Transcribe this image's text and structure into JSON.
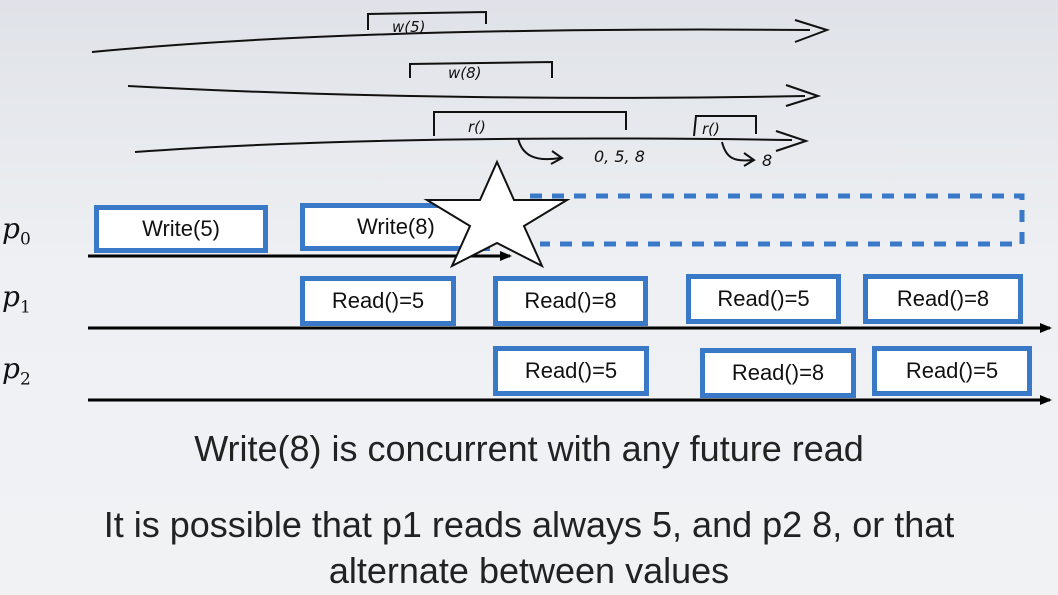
{
  "handwritten": {
    "w5": "w(5)",
    "w8": "w(8)",
    "r1": "r()",
    "r1_result": "0, 5, 8",
    "r2": "r()",
    "r2_result": "8"
  },
  "processes": {
    "p0": {
      "name": "p",
      "index": "0"
    },
    "p1": {
      "name": "p",
      "index": "1"
    },
    "p2": {
      "name": "p",
      "index": "2"
    }
  },
  "ops": {
    "p0_write5": "Write(5)",
    "p0_write8": "Write(8)",
    "p1_read1": "Read()=5",
    "p1_read2": "Read()=8",
    "p1_read3": "Read()=5",
    "p1_read4": "Read()=8",
    "p2_read1": "Read()=5",
    "p2_read2": "Read()=8",
    "p2_read3": "Read()=5"
  },
  "captions": {
    "line1": "Write(8) is concurrent with any future read",
    "line2": "It is possible that p1 reads always 5, and p2 8, or that",
    "line3": "alternate between values"
  },
  "colors": {
    "box_border": "#3a78c8",
    "timeline": "#000000"
  }
}
